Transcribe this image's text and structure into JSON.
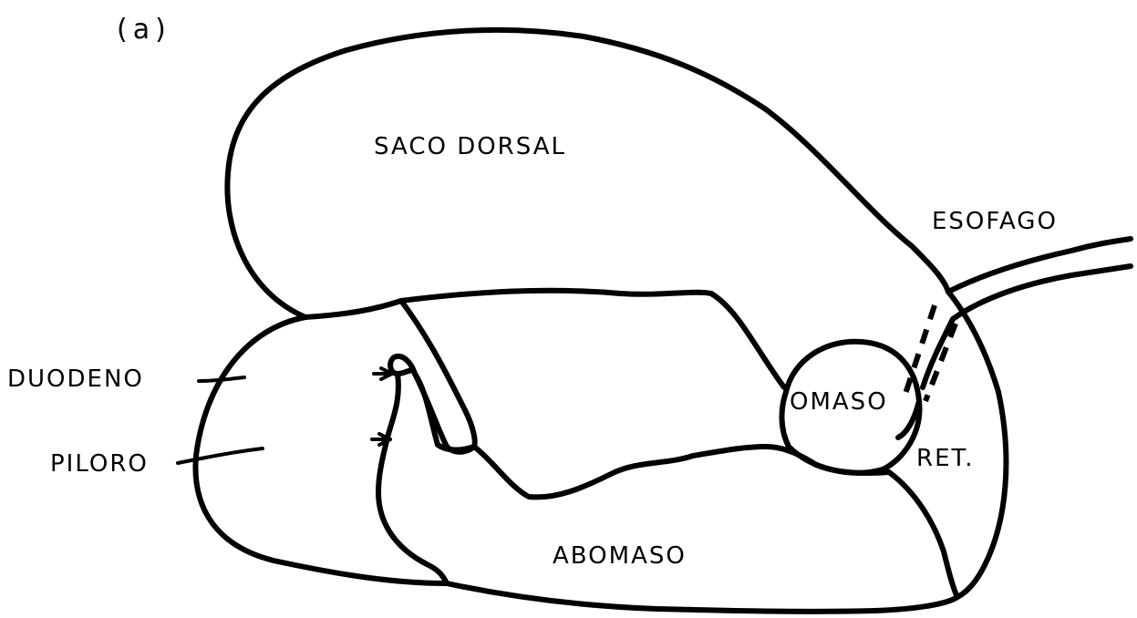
{
  "panel_label": "(a)",
  "labels": {
    "saco_dorsal": "SACO   DORSAL",
    "esofago": "ESOFAGO",
    "duodeno": "DUODENO",
    "piloro": "PILORO",
    "omaso": "OMASO",
    "ret": "RET.",
    "abomaso": "ABOMASO"
  },
  "colors": {
    "ink": "#000000",
    "background": "#ffffff"
  }
}
